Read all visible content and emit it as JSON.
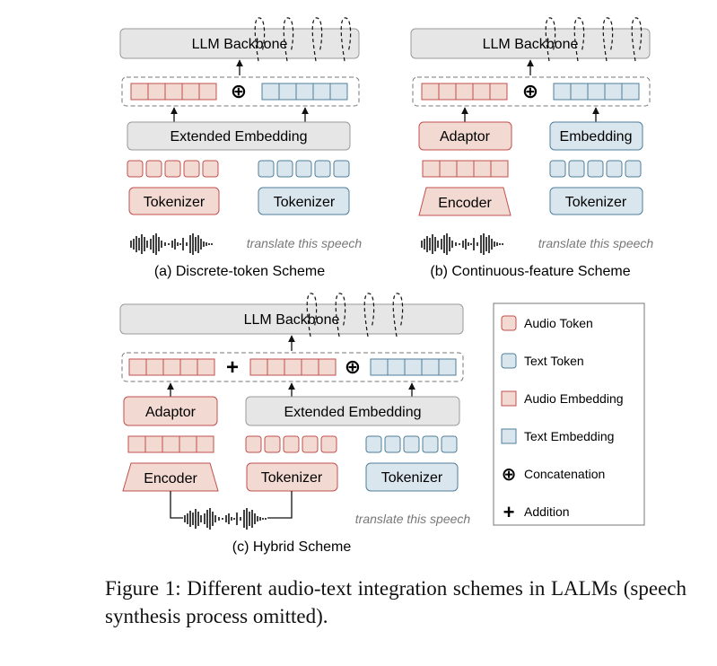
{
  "colors": {
    "audio_fill": "#f2d9d1",
    "audio_stroke": "#c0504d",
    "text_fill": "#d9e6ee",
    "text_stroke": "#4f7f99",
    "gray_fill": "#e6e6e6",
    "gray_stroke": "#9a9a9a"
  },
  "diagrams": {
    "a": {
      "llm": "LLM Backbone",
      "concat": "⊕",
      "extended": "Extended Embedding",
      "tokenizer_audio": "Tokenizer",
      "tokenizer_text": "Tokenizer",
      "text_input": "translate this speech",
      "label": "(a) Discrete-token Scheme"
    },
    "b": {
      "llm": "LLM Backbone",
      "concat": "⊕",
      "adaptor": "Adaptor",
      "embedding": "Embedding",
      "encoder": "Encoder",
      "tokenizer_text": "Tokenizer",
      "text_input": "translate this speech",
      "label": "(b) Continuous-feature Scheme"
    },
    "c": {
      "llm": "LLM Backbone",
      "plus": "+",
      "concat": "⊕",
      "adaptor": "Adaptor",
      "extended": "Extended Embedding",
      "encoder": "Encoder",
      "tokenizer_audio": "Tokenizer",
      "tokenizer_text": "Tokenizer",
      "text_input": "translate this speech",
      "label": "(c) Hybrid Scheme"
    }
  },
  "legend": [
    {
      "icon": "audio-token",
      "label": "Audio Token"
    },
    {
      "icon": "text-token",
      "label": "Text Token"
    },
    {
      "icon": "audio-embedding",
      "label": "Audio Embedding"
    },
    {
      "icon": "text-embedding",
      "label": "Text Embedding"
    },
    {
      "icon": "concat",
      "symbol": "⊕",
      "label": "Concatenation"
    },
    {
      "icon": "add",
      "symbol": "+",
      "label": "Addition"
    }
  ],
  "caption": "Figure 1: Different audio-text integration schemes in LALMs (speech synthesis process omitted)."
}
